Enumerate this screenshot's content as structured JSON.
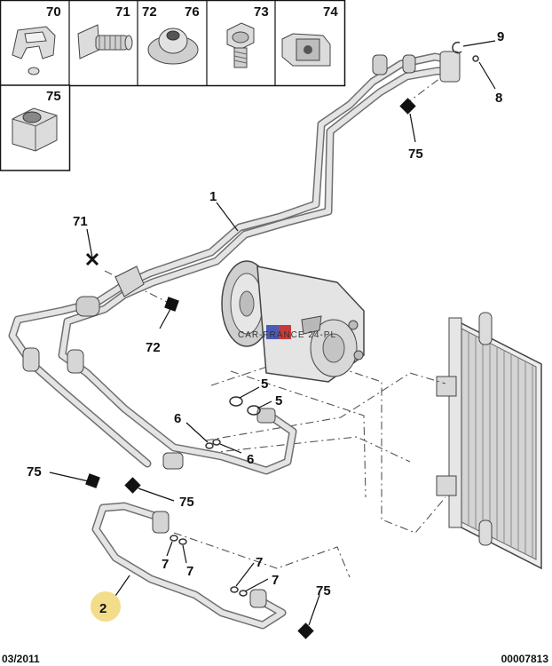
{
  "diagram": {
    "footer_date": "03/2011",
    "footer_ref": "00007813",
    "watermark": "CAR-FRANCE 24-PL",
    "catalog_labels": [
      "70",
      "71",
      "72",
      "76",
      "73",
      "74",
      "75"
    ],
    "callouts": {
      "pipe_1": "1",
      "pipe_2": "2",
      "clip_71": "71",
      "nut_72": "72",
      "seal_5a": "5",
      "seal_5b": "5",
      "seal_6a": "6",
      "seal_6b": "6",
      "seal_7a": "7",
      "seal_7b": "7",
      "seal_7c": "7",
      "seal_7d": "7",
      "seal_8": "8",
      "seal_9": "9",
      "nut_75_top": "75",
      "nut_75_left": "75",
      "nut_75_mid": "75",
      "nut_75_bottom": "75"
    },
    "highlight_color": "#f3dc8a"
  }
}
